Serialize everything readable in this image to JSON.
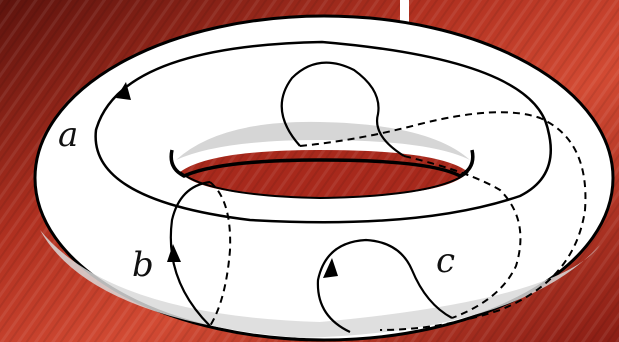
{
  "labels": {
    "a": "a",
    "b": "b",
    "c": "c"
  },
  "colors": {
    "background_dark": "#5e130d",
    "background_mid": "#a8291c",
    "background_light": "#d94a33",
    "torus_fill": "#ffffff",
    "torus_shadow": "#d7d7d7",
    "stroke": "#000000"
  }
}
